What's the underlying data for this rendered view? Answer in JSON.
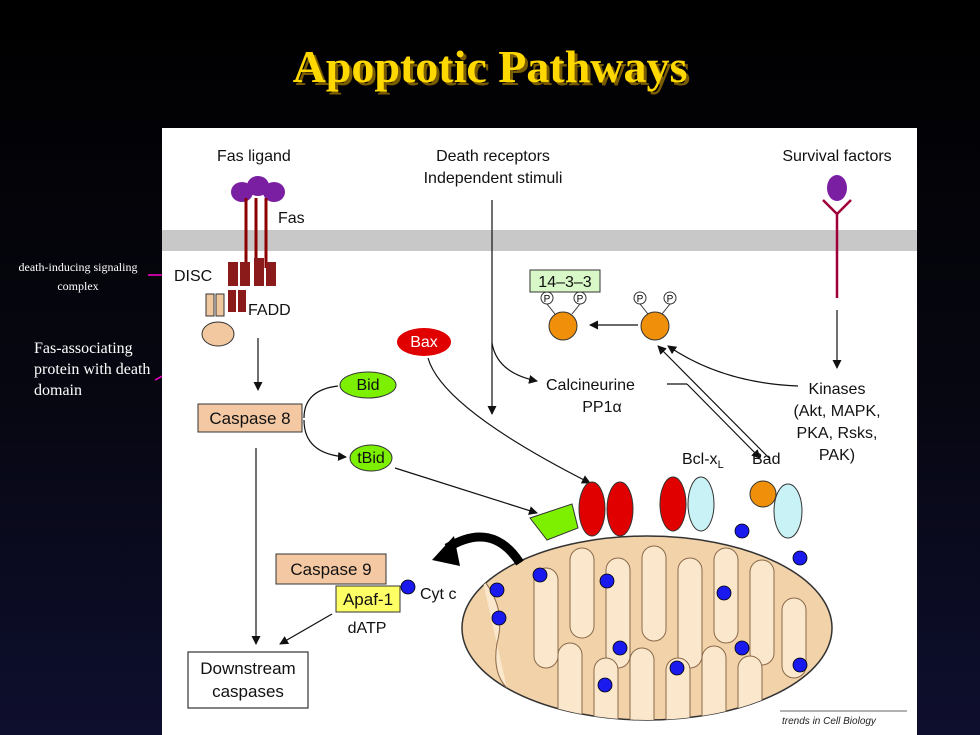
{
  "slide": {
    "title": "Apoptotic Pathways",
    "disc_definition": "death-inducing signaling complex",
    "fadd_definition": "Fas-associating protein with death domain"
  },
  "diagram": {
    "labels": {
      "fas_ligand": "Fas ligand",
      "fas": "Fas",
      "death_receptors": "Death receptors",
      "independent_stimuli": "Independent stimuli",
      "survival_factors": "Survival factors",
      "disc": "DISC",
      "fadd": "FADD",
      "protein_14_3_3": "14–3–3",
      "phospho": "P",
      "bax": "Bax",
      "bid": "Bid",
      "tbid": "tBid",
      "caspase8": "Caspase 8",
      "calcineurine": "Calcineurine",
      "pp1a": "PP1α",
      "kinases_lines": [
        "Kinases",
        "(Akt, MAPK,",
        "PKA, Rsks,",
        "PAK)"
      ],
      "bclxl": "Bcl-x",
      "bclxl_sub": "L",
      "bad": "Bad",
      "caspase9": "Caspase 9",
      "apaf1": "Apaf-1",
      "datp": "dATP",
      "cytc": "Cyt c",
      "downstream_lines": [
        "Downstream",
        "caspases"
      ],
      "credit": "trends in Cell Biology"
    },
    "colors": {
      "title": "#ffd800",
      "membrane": "#c8c8c8",
      "receptor": "#8b0000",
      "ligand": "#7b1fa2",
      "bax": "#e00000",
      "bid": "#7cf000",
      "bad": "#f0900a",
      "bclxl": "#c8f2f6",
      "caspase_box": "#f5c8a4",
      "apaf_box": "#ffff66",
      "box_14_3_3": "#d8f8c8",
      "mitochondrion": "#f2d2a8",
      "cytochrome": "#1a1aee",
      "annotation_arrow": "#ff00cc"
    }
  }
}
